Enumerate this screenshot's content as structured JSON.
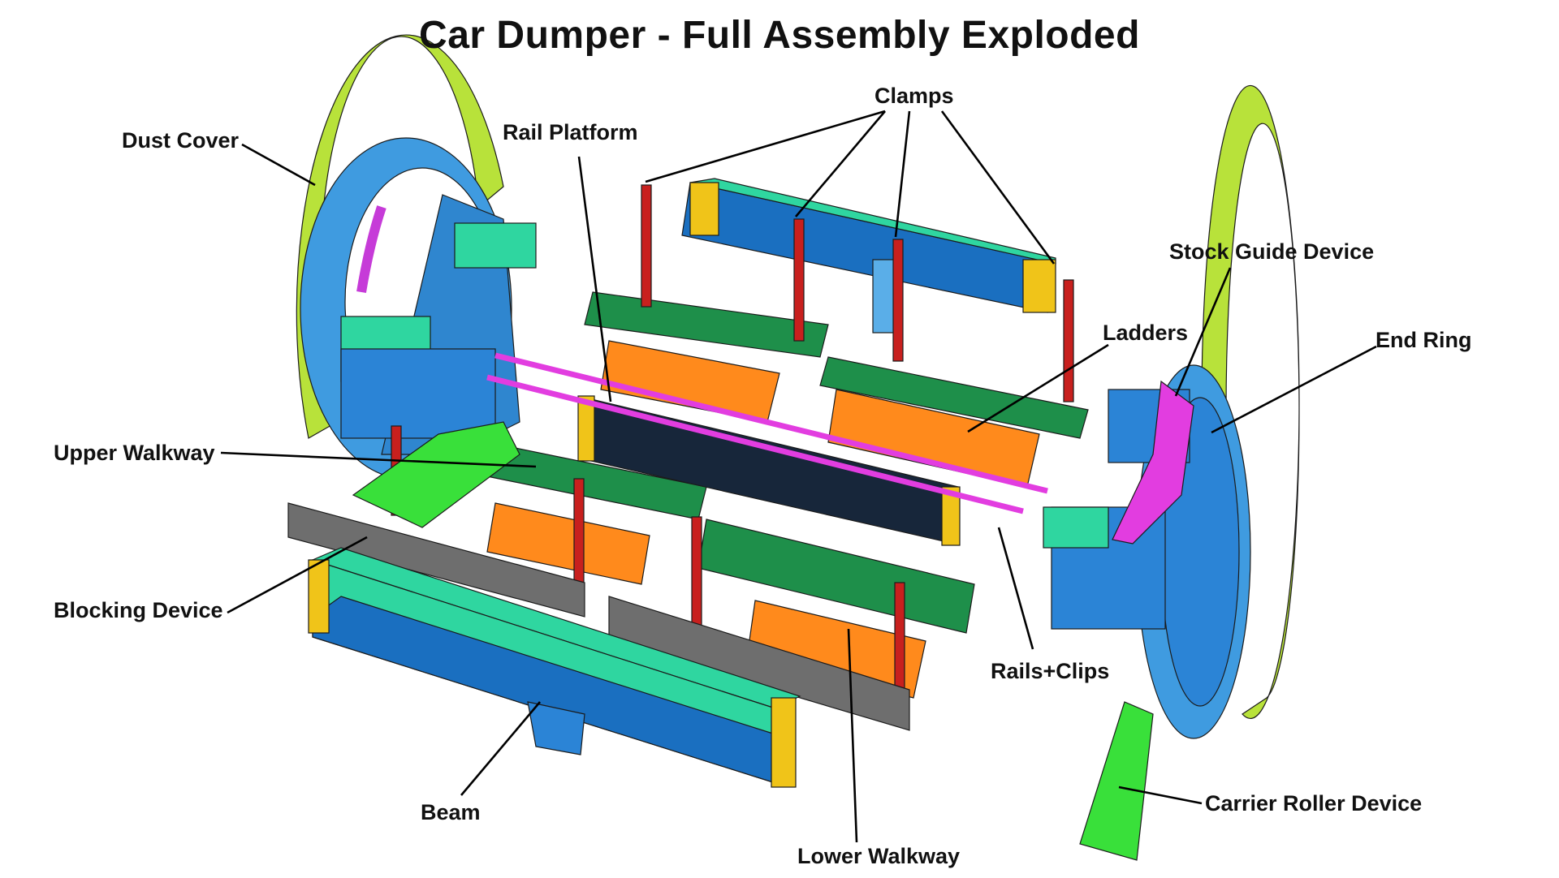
{
  "title": "Car Dumper - Full Assembly Exploded",
  "colors": {
    "background": "#ffffff",
    "dust_cover": "#b8e23a",
    "end_ring": "#3f9be0",
    "beam_top": "#2fd6a0",
    "beam_side": "#1a6fc0",
    "beam_end": "#f0c419",
    "rail_platform": "#17263a",
    "rails_clips": "#e23de0",
    "walkway": "#1e8f4a",
    "ladders_orange": "#ff8a1c",
    "clamps": "#c8201e",
    "blocking_device": "#6e6e6e",
    "carrier_roller": "#39e03a"
  },
  "labels": {
    "dust_cover": "Dust Cover",
    "rail_platform": "Rail Platform",
    "clamps": "Clamps",
    "stock_guide_device": "Stock Guide Device",
    "ladders": "Ladders",
    "end_ring": "End Ring",
    "upper_walkway": "Upper Walkway",
    "blocking_device": "Blocking Device",
    "rails_clips": "Rails+Clips",
    "beam": "Beam",
    "lower_walkway": "Lower Walkway",
    "carrier_roller_device": "Carrier Roller Device"
  }
}
